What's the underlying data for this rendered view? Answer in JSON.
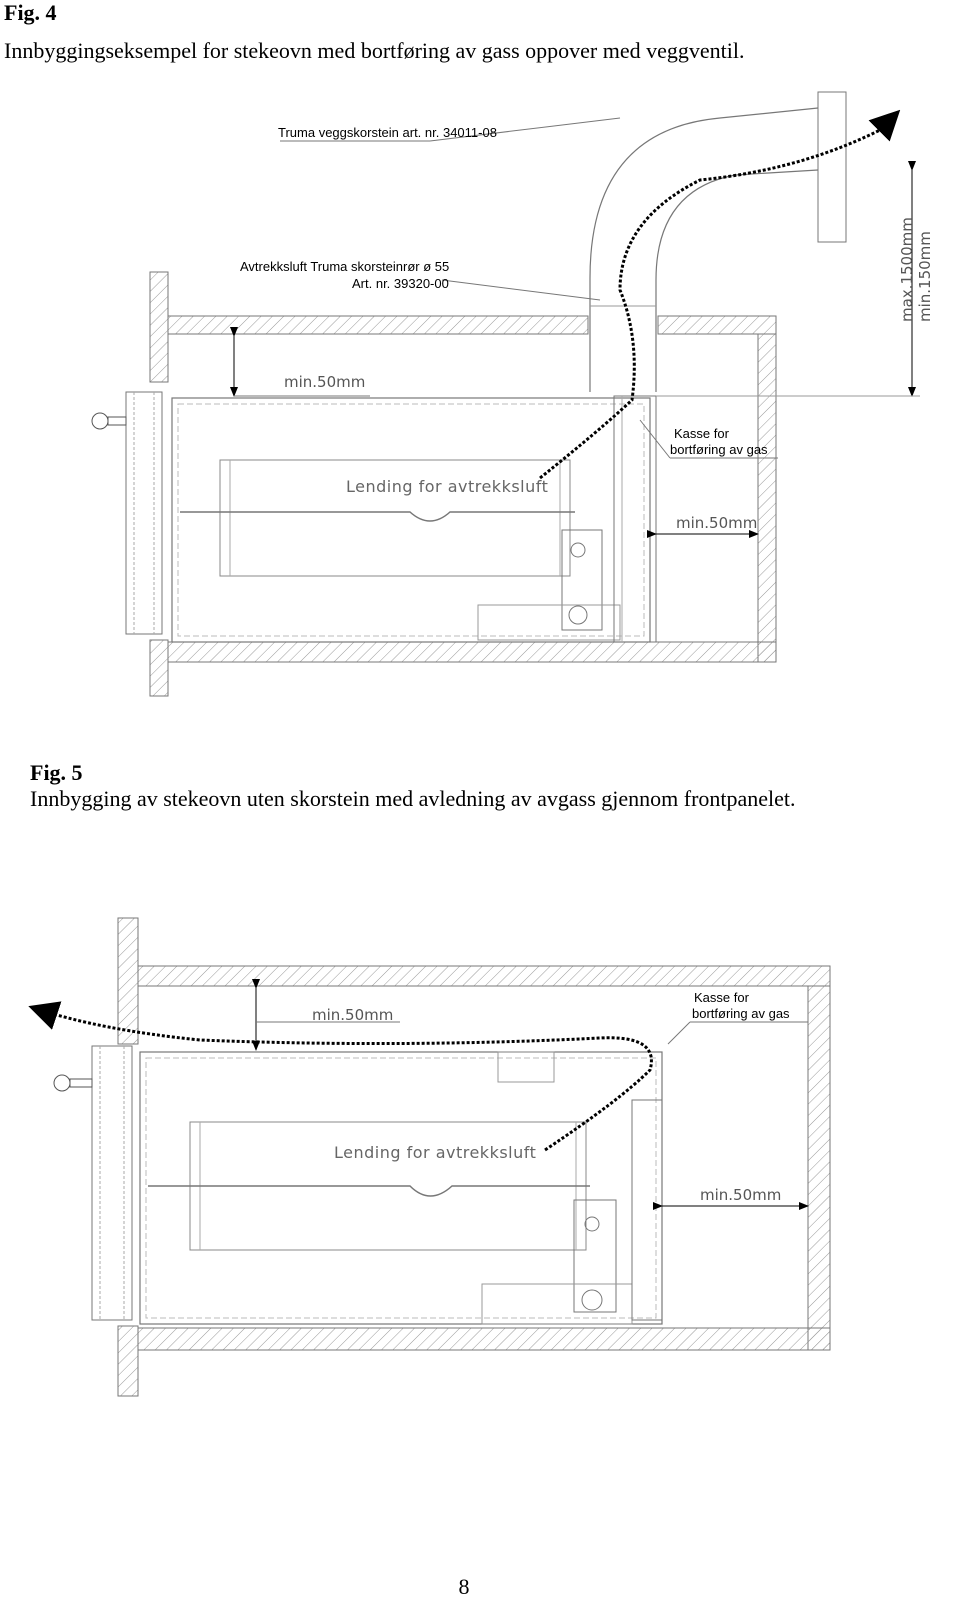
{
  "fig4": {
    "title": "Fig. 4",
    "caption": "Innbyggingseksempel for stekeovn med bortføring av gass oppover med veggventil.",
    "label_chimney": "Truma veggskorstein art. nr. 34011-08",
    "label_pipe_line1": "Avtrekksluft Truma skorsteinrør ø 55",
    "label_pipe_line2": "Art. nr. 39320-00",
    "label_box_line1": "Kasse for",
    "label_box_line2": "bortføring av gas",
    "dim_top": "min.50mm",
    "dim_side": "min.50mm",
    "dim_height_max": "max.1500mm",
    "dim_height_min": "min.150mm",
    "stencil": "Lending for avtrekksluft"
  },
  "fig5": {
    "title": "Fig. 5",
    "caption": "Innbygging av stekeovn uten skorstein med avledning av avgass gjennom frontpanelet.",
    "label_box_line1": "Kasse for",
    "label_box_line2": "bortføring av gas",
    "dim_top": "min.50mm",
    "dim_side": "min.50mm",
    "stencil": "Lending for avtrekksluft"
  },
  "page_number": "8"
}
